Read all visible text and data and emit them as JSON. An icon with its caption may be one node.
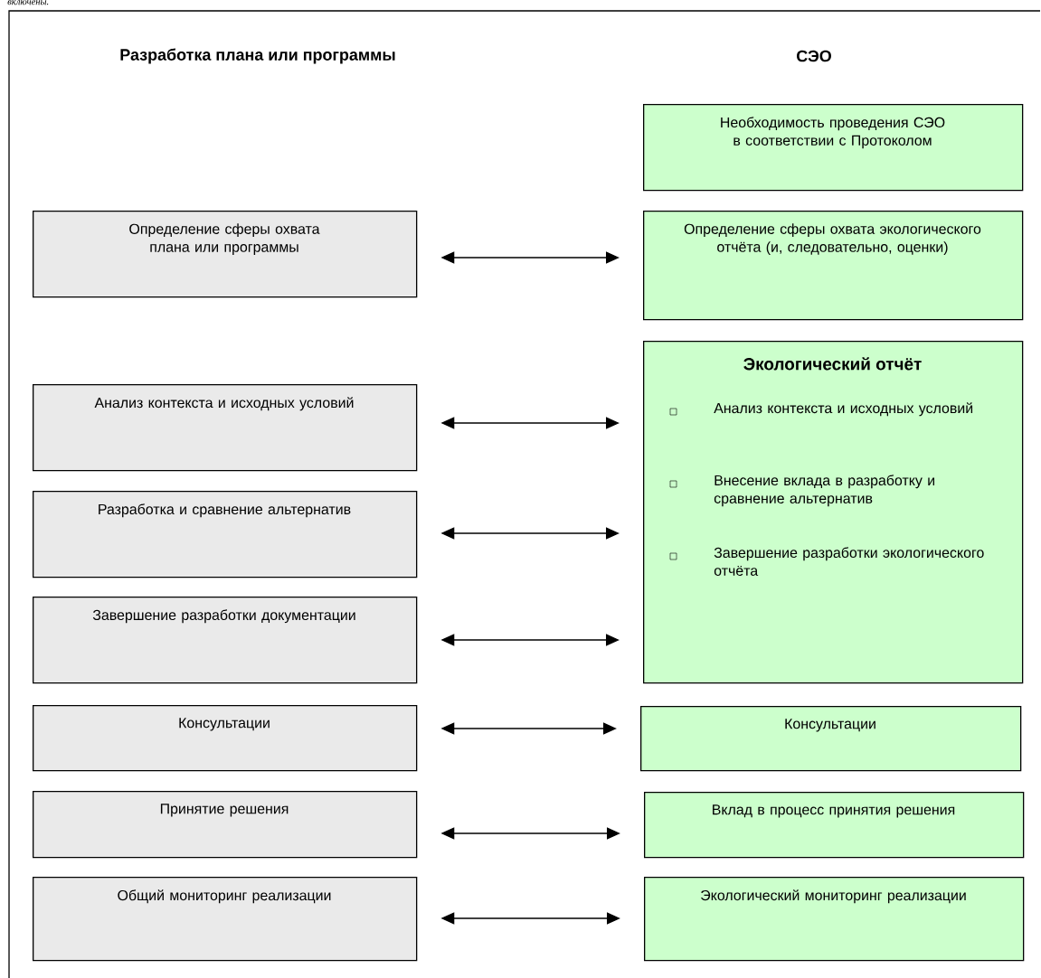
{
  "diagram": {
    "nodes": [
      {
        "text": [
          "Необходимость проведения СЭО в соответствии с Протоколом"
        ]
      },
      {
        "text": [
          "Определение сферы охвата плана или программы"
        ]
      },
      {
        "text": [
          "Определение сферы охвата экологического отчёта (и, следовательно, оценки)"
        ]
      },
      {
        "text": [
          "Экологический отчёт",
          "Анализ контекста и исходных условий",
          "Внесение вклада в разработку и сравнение альтернатив",
          "Завершение разработки экологического отчёта"
        ]
      },
      {
        "text": [
          "Анализ контекста и исходных условий"
        ]
      },
      {
        "text": [
          "Разработка и сравнение альтернатив"
        ]
      },
      {
        "text": [
          "Завершение разработки документации"
        ]
      },
      {
        "text": [
          "Консультации"
        ]
      },
      {
        "text": [
          "Консультации"
        ]
      },
      {
        "text": [
          "Принятие решения"
        ]
      },
      {
        "text": [
          "Вклад в процесс принятия решения"
        ]
      },
      {
        "text": [
          "Общий мониторинг реализации"
        ]
      },
      {
        "text": [
          "Экологический мониторинг реализации"
        ]
      }
    ],
    "edges": [
      {
        "from": 1,
        "to": 2,
        "arrow": "both"
      },
      {
        "from": 4,
        "to": 3,
        "arrow": "both"
      },
      {
        "from": 5,
        "to": 3,
        "arrow": "both"
      },
      {
        "from": 6,
        "to": 3,
        "arrow": "both"
      },
      {
        "from": 7,
        "to": 8,
        "arrow": "both"
      },
      {
        "from": 9,
        "to": 10,
        "arrow": "both"
      },
      {
        "from": 11,
        "to": 12,
        "arrow": "both"
      }
    ],
    "labels": [
      "включены.",
      "Разработка плана или программы",
      "СЭО"
    ]
  }
}
